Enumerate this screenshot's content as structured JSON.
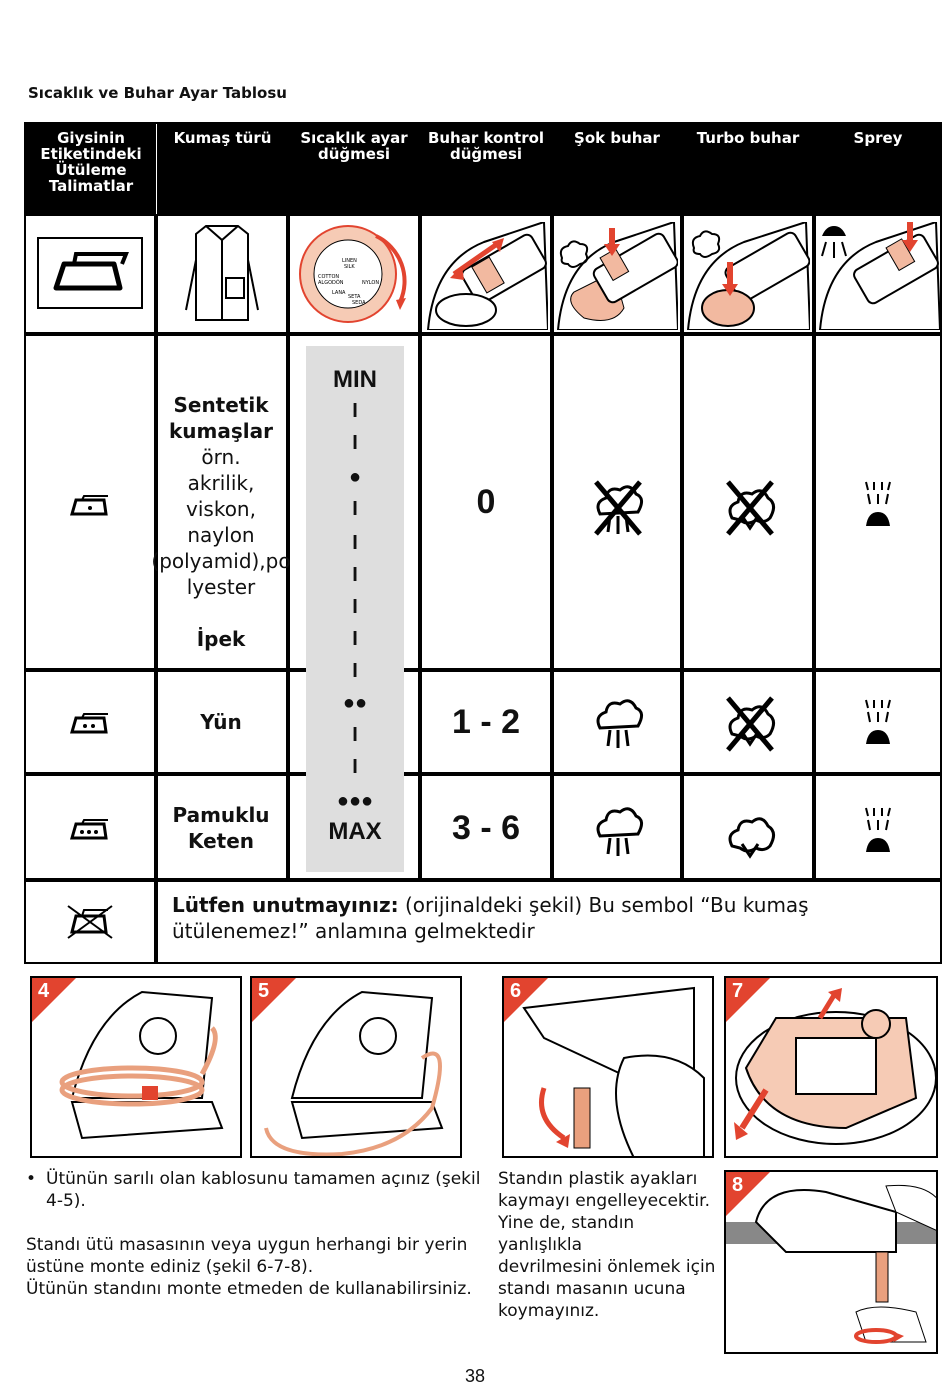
{
  "title": "Sıcaklık ve Buhar Ayar Tablosu",
  "headers": [
    "Giysinin Etiketindeki Ütüleme Talimatlar",
    "Kumaş türü",
    "Sıcaklık ayar düğmesi",
    "Buhar kontrol düğmesi",
    "Şok buhar",
    "Turbo buhar",
    "Sprey"
  ],
  "dial_labels": [
    "LINEN",
    "SILK",
    "COTTON",
    "NYLON",
    "LANA",
    "SETA",
    "SEDA",
    "ALGODÓN"
  ],
  "rows": [
    {
      "fabric_bold_1": "Sentetik",
      "fabric_bold_2": "kumaşlar",
      "fabric_lines": [
        "örn.",
        "akrilik,",
        "viskon, naylon",
        "(polyamid),po",
        "lyester"
      ],
      "fabric_bold_3": "İpek",
      "steam": "0",
      "dots": 1,
      "shock": "crossed",
      "turbo": "crossed",
      "spray": "yes"
    },
    {
      "fabric": "Yün",
      "steam": "1 - 2",
      "dots": 2,
      "shock": "yes",
      "turbo": "crossed",
      "spray": "yes"
    },
    {
      "fabric_l1": "Pamuklu",
      "fabric_l2": "Keten",
      "steam": "3 - 6",
      "dots": 3,
      "shock": "yes",
      "turbo": "yes",
      "spray": "yes"
    }
  ],
  "temp_scale": {
    "min": "MIN",
    "max": "MAX",
    "tick": "I",
    "dot1": "●",
    "dot2": "●●",
    "dot3": "●●●"
  },
  "note": {
    "bold": "Lütfen unutmayınız:",
    "text": " (orijinaldeki şekil) Bu sembol “Bu kumaş ütülenemez!” anlamına gelmektedir"
  },
  "figures": [
    "4",
    "5",
    "6",
    "7",
    "8"
  ],
  "text_left": {
    "bullet": "•",
    "bullet_text_1": "Ütünün sarılı olan kablosunu tamamen açınız (şekil",
    "bullet_text_2": "4-5).",
    "para_1": "Standı ütü masasının veya uygun herhangi bir yerin",
    "para_2": "üstüne monte ediniz (şekil  6-7-8).",
    "para_3": "Ütünün standını monte etmeden de kullanabilirsiniz."
  },
  "text_right": {
    "l1": "Standın plastik ayakları",
    "l2": "kaymayı engelleyecektir.",
    "l3": "Yine de, standın yanlışlıkla",
    "l4": "devrilmesini önlemek için",
    "l5": "standı masanın ucuna",
    "l6": "koymayınız."
  },
  "page_number": "38",
  "colors": {
    "accent": "#e2442f",
    "peach": "#f2b9a0",
    "bar": "#dedede"
  }
}
